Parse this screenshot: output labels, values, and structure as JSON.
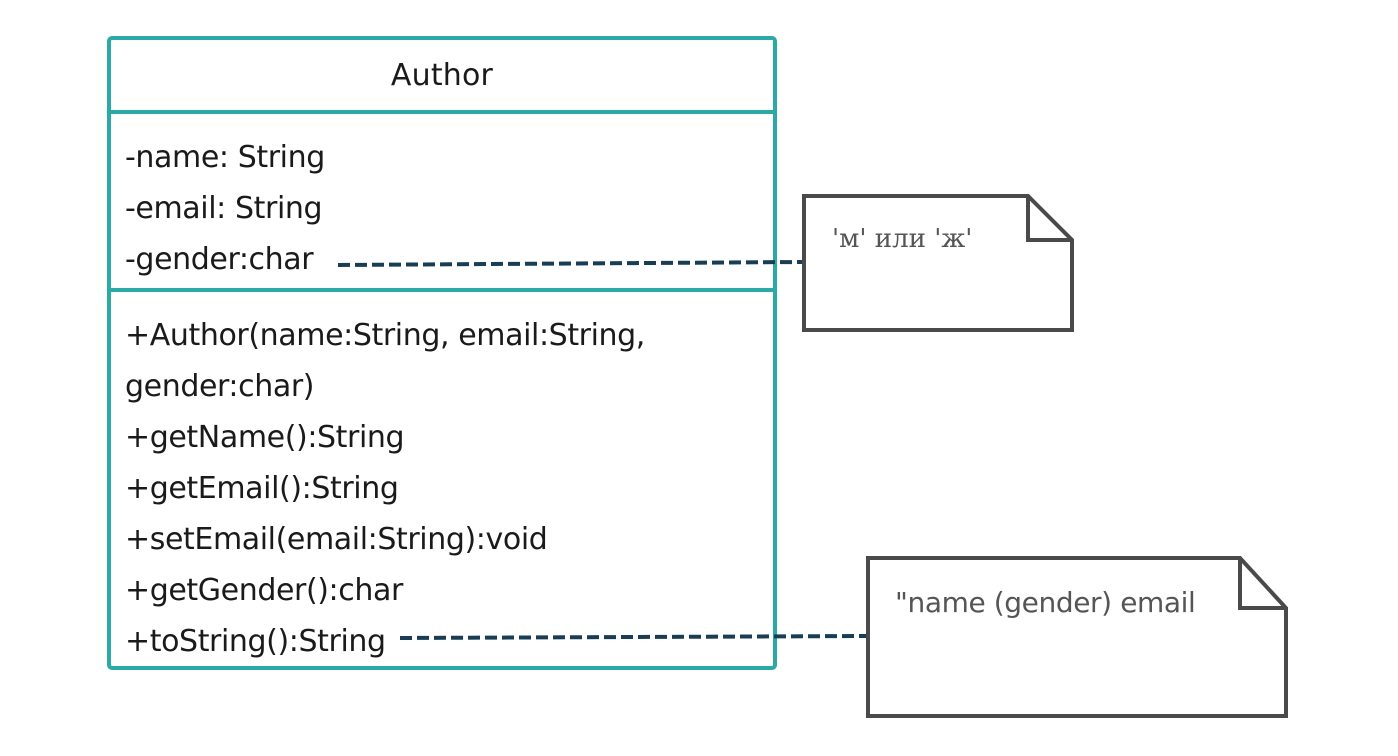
{
  "class_box": {
    "name": "Author",
    "attributes": [
      "-name: String",
      "-email: String",
      "-gender:char"
    ],
    "methods": [
      "+Author(name:String, email:String,",
      "gender:char)",
      "+getName():String",
      "+getEmail():String",
      "+setEmail(email:String):void",
      "+getGender():char",
      "+toString():String"
    ]
  },
  "notes": [
    {
      "text": "'м' или 'ж'"
    },
    {
      "text": "\"name (gender) email"
    }
  ],
  "colors": {
    "class_border": "#2aa9a6",
    "note_border": "#4a4a4a",
    "connector": "#183d54",
    "note_text": "#555555",
    "text": "#1a1a1a"
  }
}
